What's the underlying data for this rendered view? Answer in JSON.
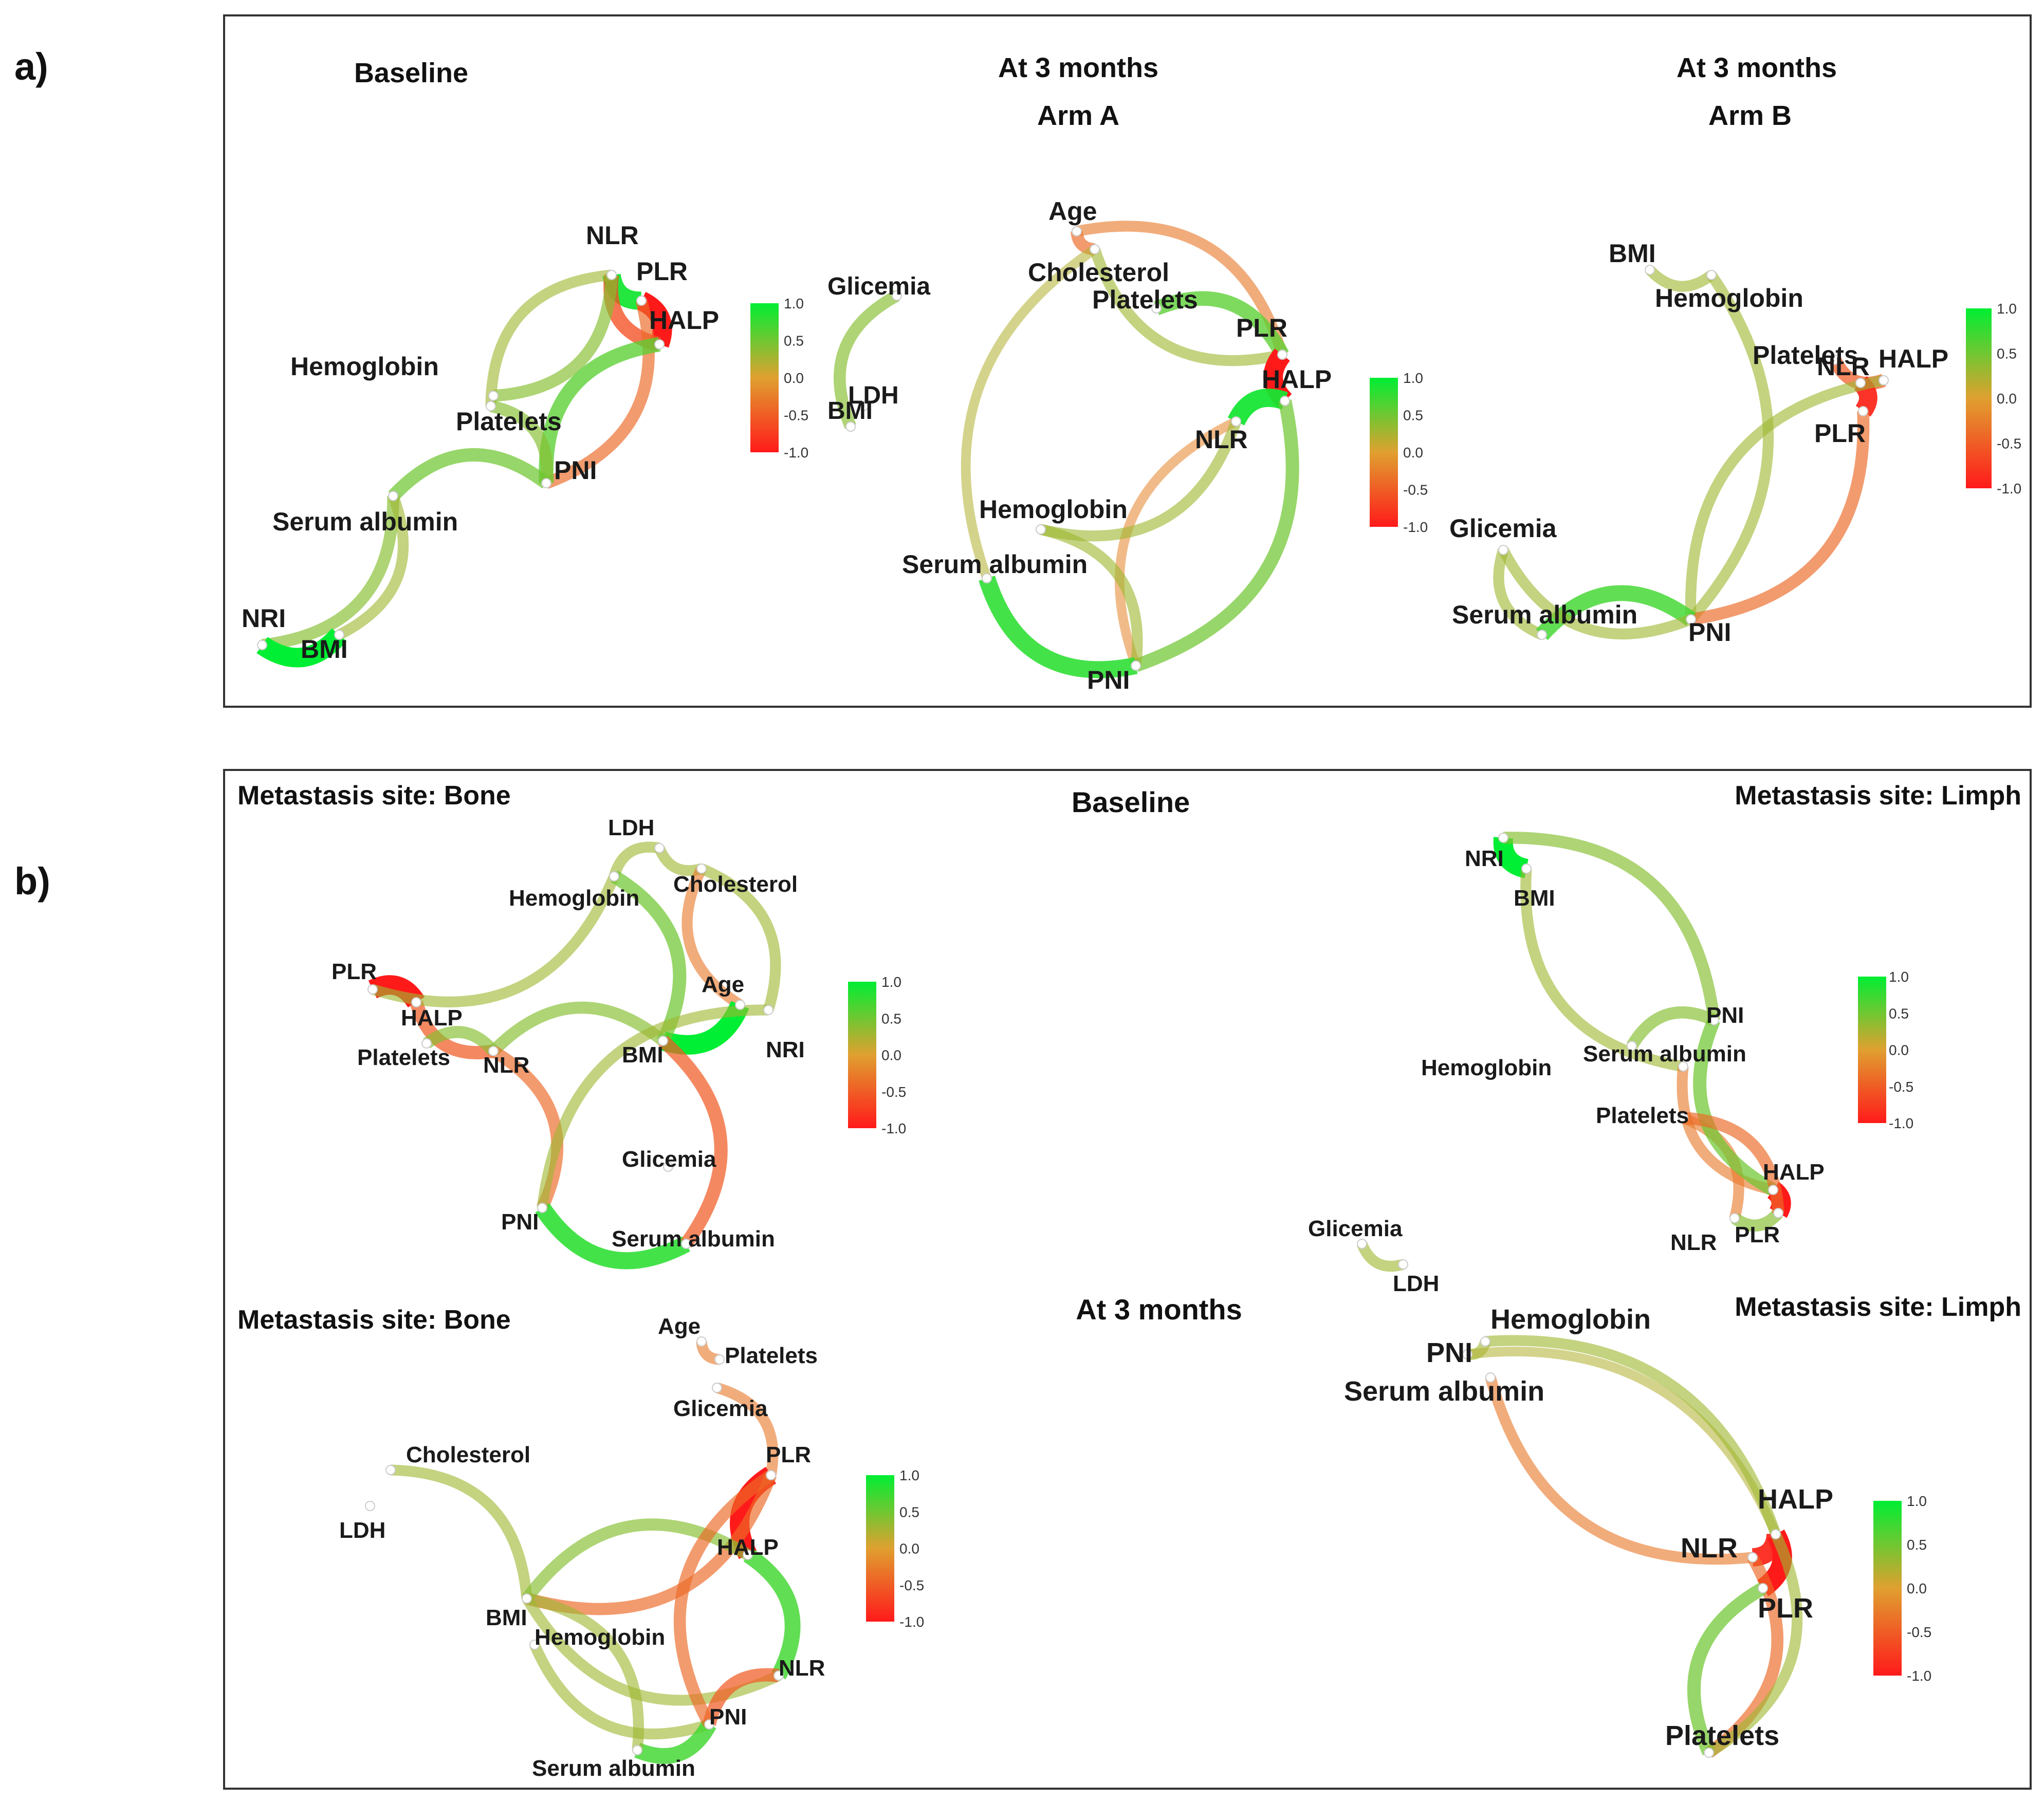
{
  "panels": [
    {
      "letter": "a)",
      "subplots": [
        {
          "titles": [
            "Baseline"
          ],
          "nodes": [
            "NLR",
            "PLR",
            "HALP",
            "Hemoglobin",
            "Platelets",
            "PNI",
            "Serum albumin",
            "NRI",
            "BMI"
          ],
          "edges": [
            {
              "from": "NLR",
              "to": "PLR",
              "r": 0.9
            },
            {
              "from": "PLR",
              "to": "HALP",
              "r": -1.0
            },
            {
              "from": "NLR",
              "to": "HALP",
              "r": -0.6
            },
            {
              "from": "NLR",
              "to": "Hemoglobin",
              "r": 0.4
            },
            {
              "from": "NLR",
              "to": "Platelets",
              "r": 0.3
            },
            {
              "from": "PLR",
              "to": "PNI",
              "r": -0.4
            },
            {
              "from": "HALP",
              "to": "PNI",
              "r": 0.6
            },
            {
              "from": "Platelets",
              "to": "PNI",
              "r": 0.4
            },
            {
              "from": "PNI",
              "to": "Serum albumin",
              "r": 0.5
            },
            {
              "from": "Serum albumin",
              "to": "NRI",
              "r": 0.4
            },
            {
              "from": "NRI",
              "to": "BMI",
              "r": 1.0
            },
            {
              "from": "Serum albumin",
              "to": "BMI",
              "r": 0.3
            }
          ]
        },
        {
          "titles": [],
          "nodes": [
            "Glicemia",
            "LDH",
            "BMI"
          ],
          "edges": [
            {
              "from": "Glicemia",
              "to": "BMI",
              "r": 0.4
            }
          ]
        },
        {
          "titles": [
            "At 3 months",
            "Arm A"
          ],
          "nodes": [
            "Age",
            "Cholesterol",
            "Platelets",
            "PLR",
            "HALP",
            "NLR",
            "Hemoglobin",
            "Serum albumin",
            "PNI"
          ],
          "edges": [
            {
              "from": "Age",
              "to": "Cholesterol",
              "r": -0.4
            },
            {
              "from": "Age",
              "to": "PLR",
              "r": -0.3
            },
            {
              "from": "Cholesterol",
              "to": "PLR",
              "r": 0.3
            },
            {
              "from": "Platelets",
              "to": "PLR",
              "r": 0.6
            },
            {
              "from": "PLR",
              "to": "HALP",
              "r": -1.0
            },
            {
              "from": "NLR",
              "to": "HALP",
              "r": 0.9
            },
            {
              "from": "NLR",
              "to": "PNI",
              "r": -0.2
            },
            {
              "from": "HALP",
              "to": "PNI",
              "r": 0.5
            },
            {
              "from": "Hemoglobin",
              "to": "NLR",
              "r": 0.3
            },
            {
              "from": "Hemoglobin",
              "to": "PNI",
              "r": 0.3
            },
            {
              "from": "Serum albumin",
              "to": "PNI",
              "r": 0.8
            },
            {
              "from": "Serum albumin",
              "to": "Cholesterol",
              "r": 0.2
            }
          ]
        },
        {
          "titles": [
            "At 3 months",
            "Arm B"
          ],
          "nodes": [
            "BMI",
            "Hemoglobin",
            "Platelets",
            "NLR",
            "HALP",
            "PLR",
            "Glicemia",
            "Serum albumin",
            "PNI"
          ],
          "edges": [
            {
              "from": "BMI",
              "to": "Hemoglobin",
              "r": 0.3
            },
            {
              "from": "Hemoglobin",
              "to": "PNI",
              "r": 0.3
            },
            {
              "from": "Platelets",
              "to": "HALP",
              "r": -0.5
            },
            {
              "from": "NLR",
              "to": "PLR",
              "r": -0.9
            },
            {
              "from": "HALP",
              "to": "PNI",
              "r": 0.3
            },
            {
              "from": "PLR",
              "to": "PNI",
              "r": -0.4
            },
            {
              "from": "Glicemia",
              "to": "Serum albumin",
              "r": 0.3
            },
            {
              "from": "Serum albumin",
              "to": "PNI",
              "r": 0.7
            },
            {
              "from": "Glicemia",
              "to": "PNI",
              "r": 0.3
            }
          ]
        }
      ],
      "legends": [
        {
          "ticks": [
            "1.0",
            "0.5",
            "0.0",
            "-0.5",
            "-1.0"
          ]
        },
        {
          "ticks": [
            "1.0",
            "0.5",
            "0.0",
            "-0.5",
            "-1.0"
          ]
        },
        {
          "ticks": [
            "1.0",
            "0.5",
            "0.0",
            "-0.5",
            "-1.0"
          ]
        }
      ]
    },
    {
      "letter": "b)",
      "center_titles": [
        "Baseline",
        "At 3 months"
      ],
      "subplots": [
        {
          "titles": [
            "Metastasis site: Bone"
          ],
          "nodes": [
            "LDH",
            "Cholesterol",
            "Hemoglobin",
            "PLR",
            "HALP",
            "Platelets",
            "NLR",
            "BMI",
            "Age",
            "NRI",
            "Glicemia",
            "PNI",
            "Serum albumin"
          ],
          "edges": [
            {
              "from": "LDH",
              "to": "Cholesterol",
              "r": 0.3
            },
            {
              "from": "Hemoglobin",
              "to": "LDH",
              "r": 0.3
            },
            {
              "from": "Cholesterol",
              "to": "Age",
              "r": -0.3
            },
            {
              "from": "PLR",
              "to": "HALP",
              "r": -1.0
            },
            {
              "from": "HALP",
              "to": "NLR",
              "r": -0.5
            },
            {
              "from": "Platelets",
              "to": "NLR",
              "r": 0.4
            },
            {
              "from": "PLR",
              "to": "Hemoglobin",
              "r": 0.3
            },
            {
              "from": "NLR",
              "to": "BMI",
              "r": 0.4
            },
            {
              "from": "BMI",
              "to": "Age",
              "r": 1.0
            },
            {
              "from": "Hemoglobin",
              "to": "BMI",
              "r": 0.5
            },
            {
              "from": "NRI",
              "to": "Cholesterol",
              "r": 0.3
            },
            {
              "from": "NLR",
              "to": "PNI",
              "r": -0.4
            },
            {
              "from": "PNI",
              "to": "Serum albumin",
              "r": 0.8
            },
            {
              "from": "BMI",
              "to": "Serum albumin",
              "r": -0.5
            },
            {
              "from": "NRI",
              "to": "PNI",
              "r": 0.3
            }
          ]
        },
        {
          "titles": [
            "Metastasis site: Limph"
          ],
          "nodes": [
            "NRI",
            "BMI",
            "PNI",
            "Hemoglobin",
            "Serum albumin",
            "Platelets",
            "HALP",
            "NLR",
            "PLR",
            "Glicemia",
            "LDH"
          ],
          "edges": [
            {
              "from": "NRI",
              "to": "BMI",
              "r": 1.0
            },
            {
              "from": "NRI",
              "to": "PNI",
              "r": 0.4
            },
            {
              "from": "BMI",
              "to": "Serum albumin",
              "r": 0.3
            },
            {
              "from": "Hemoglobin",
              "to": "PNI",
              "r": 0.4
            },
            {
              "from": "Serum albumin",
              "to": "HALP",
              "r": -0.3
            },
            {
              "from": "Platelets",
              "to": "NLR",
              "r": -0.3
            },
            {
              "from": "PNI",
              "to": "HALP",
              "r": 0.5
            },
            {
              "from": "HALP",
              "to": "PLR",
              "r": -1.0
            },
            {
              "from": "NLR",
              "to": "PLR",
              "r": 0.4
            },
            {
              "from": "Platelets",
              "to": "PLR",
              "r": -0.4
            },
            {
              "from": "Glicemia",
              "to": "LDH",
              "r": 0.3
            }
          ]
        },
        {
          "titles": [
            "Metastasis site: Bone"
          ],
          "nodes": [
            "Age",
            "Platelets",
            "Glicemia",
            "PLR",
            "Cholesterol",
            "LDH",
            "HALP",
            "BMI",
            "Hemoglobin",
            "NLR",
            "PNI",
            "Serum albumin"
          ],
          "edges": [
            {
              "from": "Age",
              "to": "Platelets",
              "r": -0.3
            },
            {
              "from": "Glicemia",
              "to": "PLR",
              "r": -0.3
            },
            {
              "from": "PLR",
              "to": "HALP",
              "r": -1.0
            },
            {
              "from": "Cholesterol",
              "to": "BMI",
              "r": 0.3
            },
            {
              "from": "BMI",
              "to": "PLR",
              "r": -0.4
            },
            {
              "from": "BMI",
              "to": "HALP",
              "r": 0.4
            },
            {
              "from": "BMI",
              "to": "NLR",
              "r": 0.3
            },
            {
              "from": "HALP",
              "to": "NLR",
              "r": 0.7
            },
            {
              "from": "Hemoglobin",
              "to": "PNI",
              "r": 0.3
            },
            {
              "from": "PNI",
              "to": "NLR",
              "r": -0.5
            },
            {
              "from": "Serum albumin",
              "to": "PNI",
              "r": 0.7
            },
            {
              "from": "BMI",
              "to": "Serum albumin",
              "r": 0.3
            },
            {
              "from": "PLR",
              "to": "PNI",
              "r": -0.4
            }
          ]
        },
        {
          "titles": [
            "Metastasis site: Limph"
          ],
          "nodes": [
            "PNI",
            "Hemoglobin",
            "Serum albumin",
            "HALP",
            "NLR",
            "PLR",
            "Platelets"
          ],
          "edges": [
            {
              "from": "PNI",
              "to": "Hemoglobin",
              "r": 0.3
            },
            {
              "from": "PNI",
              "to": "HALP",
              "r": 0.2
            },
            {
              "from": "Serum albumin",
              "to": "NLR",
              "r": -0.3
            },
            {
              "from": "Hemoglobin",
              "to": "HALP",
              "r": 0.3
            },
            {
              "from": "NLR",
              "to": "HALP",
              "r": -0.9
            },
            {
              "from": "HALP",
              "to": "PLR",
              "r": -1.0
            },
            {
              "from": "Platelets",
              "to": "NLR",
              "r": -0.4
            },
            {
              "from": "Platelets",
              "to": "PLR",
              "r": 0.5
            },
            {
              "from": "Platelets",
              "to": "HALP",
              "r": 0.3
            }
          ]
        }
      ],
      "legends": [
        {
          "ticks": [
            "1.0",
            "0.5",
            "0.0",
            "-0.5",
            "-1.0"
          ]
        },
        {
          "ticks": [
            "1.0",
            "0.5",
            "0.0",
            "-0.5",
            "-1.0"
          ]
        },
        {
          "ticks": [
            "1.0",
            "0.5",
            "0.0",
            "-0.5",
            "-1.0"
          ]
        },
        {
          "ticks": [
            "1.0",
            "0.5",
            "0.0",
            "-0.5",
            "-1.0"
          ]
        }
      ]
    }
  ],
  "colorscale": {
    "min": -1.0,
    "max": 1.0,
    "neg": "#ff1a1a",
    "mid": "#e0a030",
    "pos": "#00ee33"
  }
}
